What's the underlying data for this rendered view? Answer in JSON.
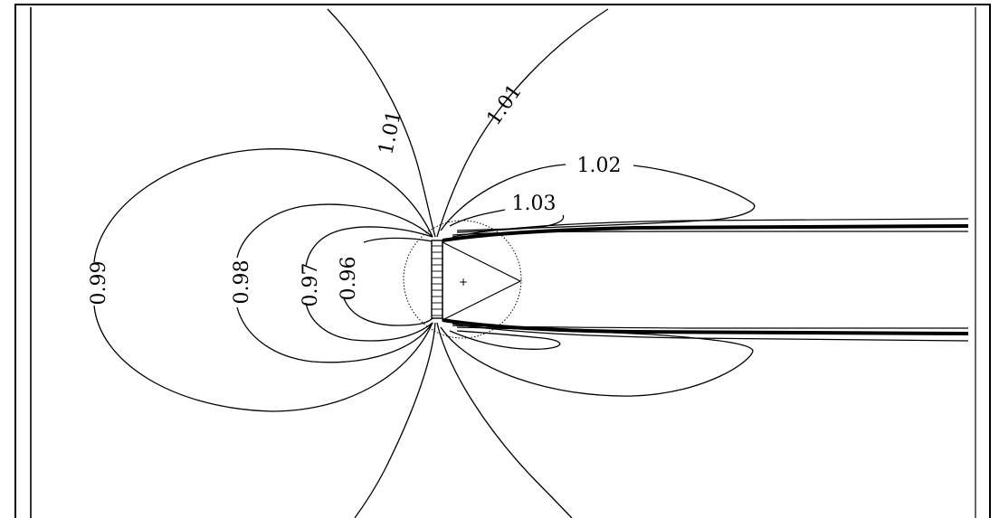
{
  "diagram": {
    "contour_labels": [
      {
        "id": "c101-left",
        "text": "1.01"
      },
      {
        "id": "c101-right",
        "text": "1.01"
      },
      {
        "id": "c102",
        "text": "1.02"
      },
      {
        "id": "c103",
        "text": "1.03"
      },
      {
        "id": "c099",
        "text": "0.99"
      },
      {
        "id": "c098",
        "text": "0.98"
      },
      {
        "id": "c097",
        "text": "0.97"
      },
      {
        "id": "c096",
        "text": "0.96"
      }
    ],
    "center_marker": "+"
  }
}
